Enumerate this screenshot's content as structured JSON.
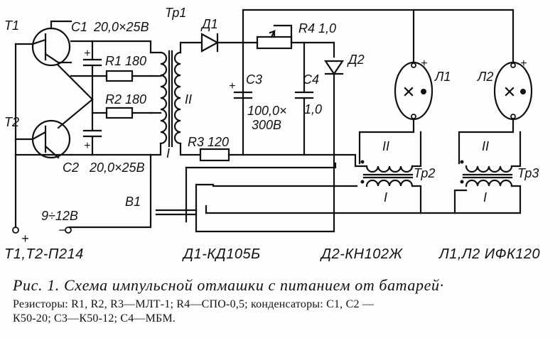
{
  "labels": {
    "t1": "T1",
    "t2": "T2",
    "c1": "C1",
    "c2": "C2",
    "c1_value": "20,0×25В",
    "c2_value": "20,0×25В",
    "r1": "R1 180",
    "r2": "R2 180",
    "tp1": "Тр1",
    "winding_2": "II",
    "winding_1": "I",
    "d1": "Д1",
    "d2": "Д2",
    "r4": "R4 1,0",
    "c3": "C3",
    "c3_value_1": "100,0×",
    "c3_value_2": "300В",
    "c4": "C4",
    "c4_value": "1,0",
    "r3": "R3 120",
    "l1": "Л1",
    "l2": "Л2",
    "tp2": "Тр2",
    "tp3": "Тр3",
    "tp2_secondary": "II",
    "tp2_primary": "I",
    "tp3_secondary": "II",
    "tp3_primary": "I",
    "b1": "В1",
    "supply": "9÷12В",
    "plus": "+",
    "minus": "−",
    "l1_plus": "+",
    "l2_plus": "+"
  },
  "parts": {
    "transistors": "Т1,Т2-П214",
    "diode_1": "Д1-КД105Б",
    "diode_2": "Д2-КН102Ж",
    "lamps": "Л1,Л2 ИФК120"
  },
  "caption": {
    "title": "Рис. 1. Схема импульсной отмашки с питанием от батарей·",
    "note_line_1": "Резисторы: R1, R2, R3—МЛТ-1; R4—СПО-0,5; конденсаторы: С1, С2 —",
    "note_line_2": "К50-20; С3—К50-12; С4—МБМ."
  }
}
